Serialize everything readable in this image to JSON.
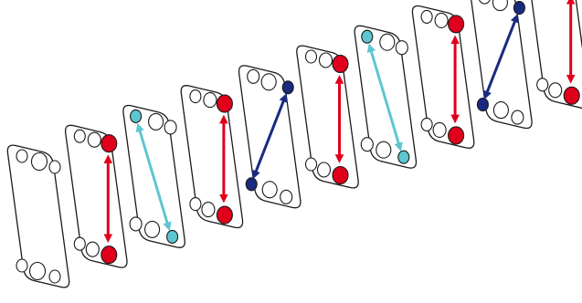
{
  "diagram": {
    "description_free": true,
    "colors": {
      "outline": "#1a1a1a",
      "red": "#e0001b",
      "cyan": "#5ec6d0",
      "navy": "#1a2a80",
      "blank": "#ffffff"
    },
    "plates": [
      {
        "id": "plate-1",
        "flow": "none",
        "color": "blank",
        "direction": "none"
      },
      {
        "id": "plate-2",
        "flow": "right",
        "color": "red",
        "direction": "vertical"
      },
      {
        "id": "plate-3",
        "flow": "diag",
        "color": "cyan",
        "direction": "left-top-to-right-bottom"
      },
      {
        "id": "plate-4",
        "flow": "right",
        "color": "red",
        "direction": "vertical"
      },
      {
        "id": "plate-5",
        "flow": "diag",
        "color": "navy",
        "direction": "right-top-to-left-bottom"
      },
      {
        "id": "plate-6",
        "flow": "right",
        "color": "red",
        "direction": "vertical"
      },
      {
        "id": "plate-7",
        "flow": "diag",
        "color": "cyan",
        "direction": "left-top-to-right-bottom"
      },
      {
        "id": "plate-8",
        "flow": "right",
        "color": "red",
        "direction": "vertical"
      },
      {
        "id": "plate-9",
        "flow": "diag",
        "color": "navy",
        "direction": "right-top-to-left-bottom"
      },
      {
        "id": "plate-10",
        "flow": "right",
        "color": "red",
        "direction": "vertical"
      }
    ]
  }
}
